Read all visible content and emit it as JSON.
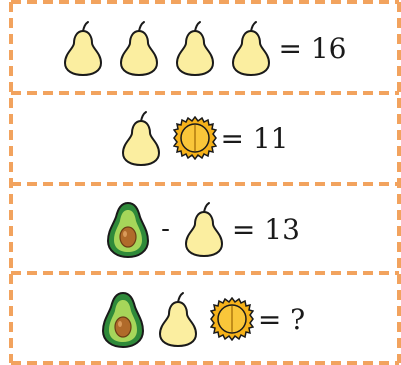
{
  "rows": [
    {
      "items": [
        "pear",
        "pear",
        "pear",
        "pear"
      ],
      "operator": "",
      "result": "= 16"
    },
    {
      "items": [
        "pear",
        "durian"
      ],
      "operator": "",
      "result": "= 11"
    },
    {
      "items": [
        "avocado",
        "pear"
      ],
      "operator": "-",
      "result": "= 13"
    },
    {
      "items": [
        "avocado",
        "pear",
        "durian"
      ],
      "operator": "",
      "result": "= ?"
    }
  ],
  "colors": {
    "border": "#f2a35e",
    "pear_fill": "#fbeea0",
    "durian_fill": "#f6b21a",
    "avocado_outer": "#2f8a3a",
    "avocado_inner": "#a6d65a",
    "avocado_seed": "#b06a2a"
  }
}
